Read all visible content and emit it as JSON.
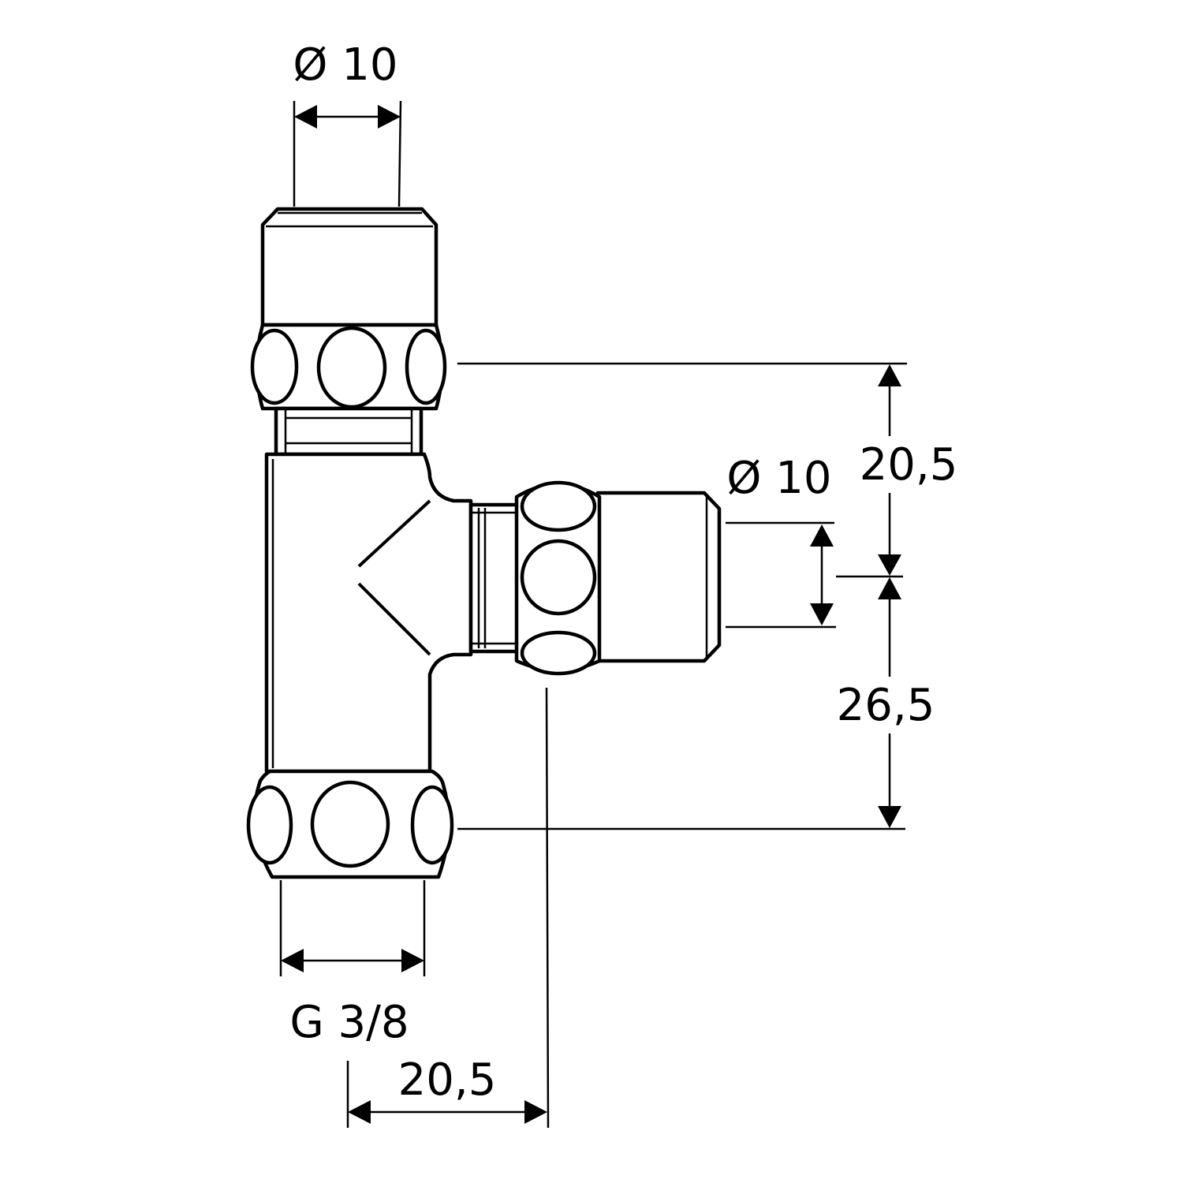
{
  "dimensions": {
    "top_diameter": "Ø 10",
    "side_diameter": "Ø 10",
    "upper_height": "20,5",
    "lower_height": "26,5",
    "bottom_thread": "G 3/8",
    "bottom_offset": "20,5"
  }
}
